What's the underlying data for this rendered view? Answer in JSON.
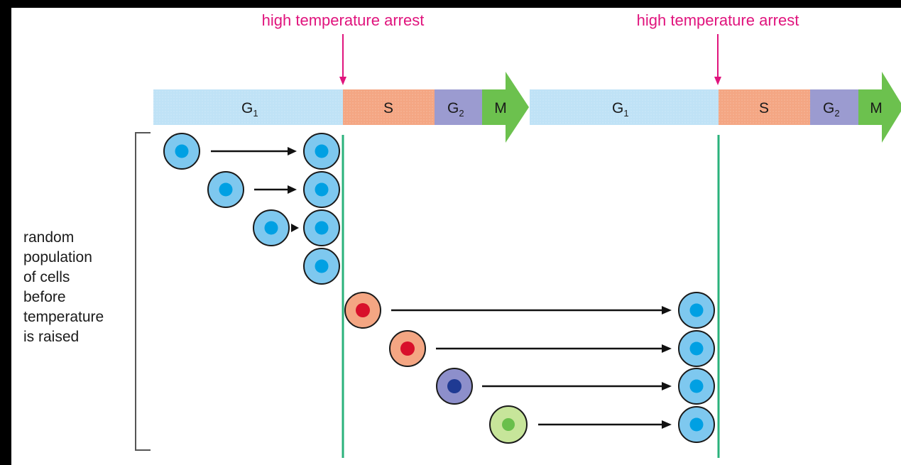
{
  "arrest_labels": [
    "high temperature arrest",
    "high temperature arrest"
  ],
  "cycles": [
    {
      "phases": [
        {
          "key": "g1",
          "label": "G",
          "sub": "1",
          "color": "#bfe2f6"
        },
        {
          "key": "s",
          "label": "S",
          "sub": "",
          "color": "#f4a683"
        },
        {
          "key": "g2",
          "label": "G",
          "sub": "2",
          "color": "#9b9bd0"
        },
        {
          "key": "m",
          "label": "M",
          "sub": "",
          "color": "#6cc14e"
        }
      ]
    },
    {
      "phases": [
        {
          "key": "g1",
          "label": "G",
          "sub": "1",
          "color": "#bfe2f6"
        },
        {
          "key": "s",
          "label": "S",
          "sub": "",
          "color": "#f4a683"
        },
        {
          "key": "g2",
          "label": "G",
          "sub": "2",
          "color": "#9b9bd0"
        },
        {
          "key": "m",
          "label": "M",
          "sub": "",
          "color": "#6cc14e"
        }
      ]
    }
  ],
  "side_label": [
    "random",
    "population",
    "of cells",
    "before",
    "temperature",
    "is raised"
  ],
  "colors": {
    "background": "#ffffff",
    "border": "#000000",
    "arrest_accent": "#e0147d",
    "arrest_line": "#2ab27b",
    "bracket": "#555555",
    "arrow": "#111111",
    "cell_outline": "#1a1a1a",
    "cell_g1_fill": "#7ec8ef",
    "cell_g1_nucleus": "#00a0e3",
    "cell_s_fill": "#f4a683",
    "cell_s_nucleus": "#d8102b",
    "cell_g2_fill": "#8d8fcb",
    "cell_g2_nucleus": "#1f3a93",
    "cell_m_fill": "#c7e59a",
    "cell_m_nucleus": "#69bf4b"
  }
}
